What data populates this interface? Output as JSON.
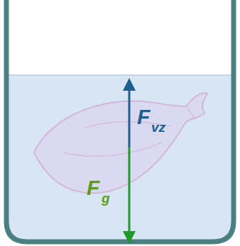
{
  "diagram": {
    "labels": [
      "F",
      "vz",
      "F",
      "g"
    ]
  }
}
